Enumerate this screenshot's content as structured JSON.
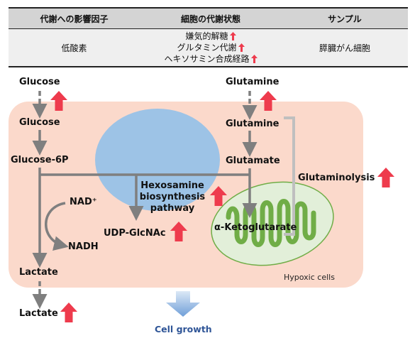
{
  "table": {
    "headers": [
      "代謝への影響因子",
      "細胞の代謝状態",
      "サンプル"
    ],
    "row": {
      "factor": "低酸素",
      "effects": [
        "嫌気的解糖",
        "グルタミン代謝",
        "ヘキソサミン合成経路"
      ],
      "sample": "膵臓がん細胞"
    }
  },
  "diagram": {
    "glucose_outside": "Glucose",
    "glucose_inside": "Glucose",
    "glucose_6p": "Glucose-6P",
    "nad": "NAD⁺",
    "nadh": "NADH",
    "lactate_inside": "Lactate",
    "lactate_outside": "Lactate",
    "glutamine_outside": "Glutamine",
    "glutamine_inside": "Glutamine",
    "glutamate": "Glutamate",
    "glutaminolysis": "Glutaminolysis",
    "alpha_kg": "α-Ketoglutarate",
    "hbp_line1": "Hexosamine",
    "hbp_line2": "biosynthesis",
    "hbp_line3": "pathway",
    "udp_glcnac": "UDP-GlcNAc",
    "hypoxic_cells": "Hypoxic cells",
    "cell_growth": "Cell growth"
  },
  "colors": {
    "cell_fill": "#fbd9cb",
    "nucleus_fill": "#9dc3e6",
    "mito_fill": "#e2efd9",
    "mito_stroke": "#70ad47",
    "up_arrow": "#ee3b4d",
    "pathway_arrow": "#7f7f7f",
    "bracket": "#bfbfbf",
    "growth_arrow": "#9dc3e6",
    "growth_text": "#2f5597"
  }
}
